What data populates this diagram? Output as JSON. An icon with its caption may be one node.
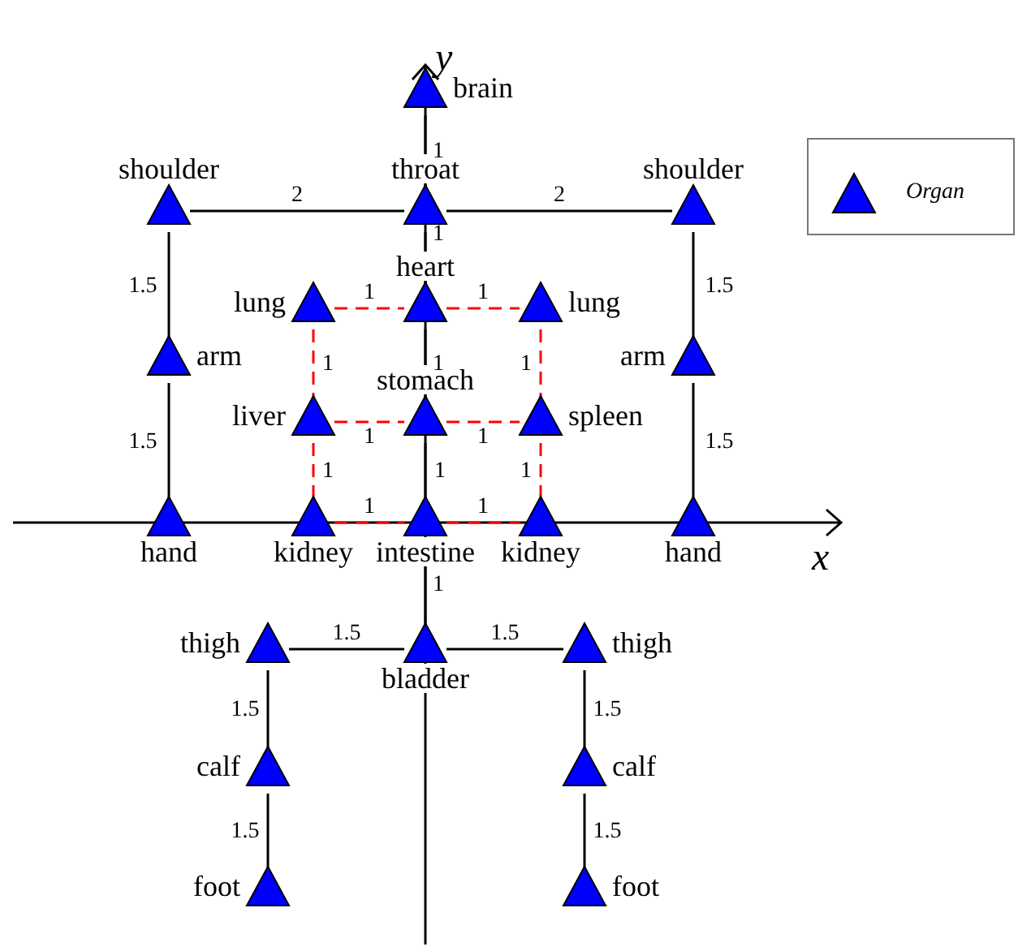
{
  "diagram": {
    "nodes": [
      {
        "text": [
          "brain"
        ]
      },
      {
        "text": [
          "shoulder"
        ]
      },
      {
        "text": [
          "throat"
        ]
      },
      {
        "text": [
          "shoulder"
        ]
      },
      {
        "text": [
          "lung"
        ]
      },
      {
        "text": [
          "heart"
        ]
      },
      {
        "text": [
          "lung"
        ]
      },
      {
        "text": [
          "arm"
        ]
      },
      {
        "text": [
          "arm"
        ]
      },
      {
        "text": [
          "liver"
        ]
      },
      {
        "text": [
          "stomach"
        ]
      },
      {
        "text": [
          "spleen"
        ]
      },
      {
        "text": [
          "hand"
        ]
      },
      {
        "text": [
          "kidney"
        ]
      },
      {
        "text": [
          "intestine"
        ]
      },
      {
        "text": [
          "kidney"
        ]
      },
      {
        "text": [
          "hand"
        ]
      },
      {
        "text": [
          "thigh"
        ]
      },
      {
        "text": [
          "bladder"
        ]
      },
      {
        "text": [
          "thigh"
        ]
      },
      {
        "text": [
          "calf"
        ]
      },
      {
        "text": [
          "calf"
        ]
      },
      {
        "text": [
          "foot"
        ]
      },
      {
        "text": [
          "foot"
        ]
      }
    ],
    "edges": [
      {
        "from": 0,
        "to": 2,
        "arrow": "none",
        "label": "1"
      },
      {
        "from": 1,
        "to": 2,
        "arrow": "none",
        "label": "2"
      },
      {
        "from": 2,
        "to": 3,
        "arrow": "none",
        "label": "2"
      },
      {
        "from": 1,
        "to": 7,
        "arrow": "none",
        "label": "1.5"
      },
      {
        "from": 3,
        "to": 8,
        "arrow": "none",
        "label": "1.5"
      },
      {
        "from": 2,
        "to": 5,
        "arrow": "none",
        "label": "1"
      },
      {
        "from": 4,
        "to": 5,
        "arrow": "none",
        "label": "1",
        "style": "dashed",
        "color": "#ff0000"
      },
      {
        "from": 5,
        "to": 6,
        "arrow": "none",
        "label": "1",
        "style": "dashed",
        "color": "#ff0000"
      },
      {
        "from": 4,
        "to": 9,
        "arrow": "none",
        "label": "1",
        "style": "dashed",
        "color": "#ff0000"
      },
      {
        "from": 5,
        "to": 10,
        "arrow": "none",
        "label": "1"
      },
      {
        "from": 6,
        "to": 11,
        "arrow": "none",
        "label": "1",
        "style": "dashed",
        "color": "#ff0000"
      },
      {
        "from": 7,
        "to": 12,
        "arrow": "none",
        "label": "1.5"
      },
      {
        "from": 8,
        "to": 16,
        "arrow": "none",
        "label": "1.5"
      },
      {
        "from": 9,
        "to": 10,
        "arrow": "none",
        "label": "1",
        "style": "dashed",
        "color": "#ff0000"
      },
      {
        "from": 10,
        "to": 11,
        "arrow": "none",
        "label": "1",
        "style": "dashed",
        "color": "#ff0000"
      },
      {
        "from": 9,
        "to": 13,
        "arrow": "none",
        "label": "1",
        "style": "dashed",
        "color": "#ff0000"
      },
      {
        "from": 10,
        "to": 14,
        "arrow": "none",
        "label": "1"
      },
      {
        "from": 11,
        "to": 15,
        "arrow": "none",
        "label": "1",
        "style": "dashed",
        "color": "#ff0000"
      },
      {
        "from": 13,
        "to": 14,
        "arrow": "none",
        "label": "1",
        "style": "dashed",
        "color": "#ff0000"
      },
      {
        "from": 14,
        "to": 15,
        "arrow": "none",
        "label": "1",
        "style": "dashed",
        "color": "#ff0000"
      },
      {
        "from": 14,
        "to": 18,
        "arrow": "none",
        "label": "1"
      },
      {
        "from": 17,
        "to": 18,
        "arrow": "none",
        "label": "1.5"
      },
      {
        "from": 18,
        "to": 19,
        "arrow": "none",
        "label": "1.5"
      },
      {
        "from": 17,
        "to": 20,
        "arrow": "none",
        "label": "1.5"
      },
      {
        "from": 19,
        "to": 21,
        "arrow": "none",
        "label": "1.5"
      },
      {
        "from": 20,
        "to": 22,
        "arrow": "none",
        "label": "1.5"
      },
      {
        "from": 21,
        "to": 23,
        "arrow": "none",
        "label": "1.5"
      }
    ],
    "labels": [
      "x",
      "y"
    ],
    "legend": [
      {
        "text": "Organ"
      }
    ]
  }
}
